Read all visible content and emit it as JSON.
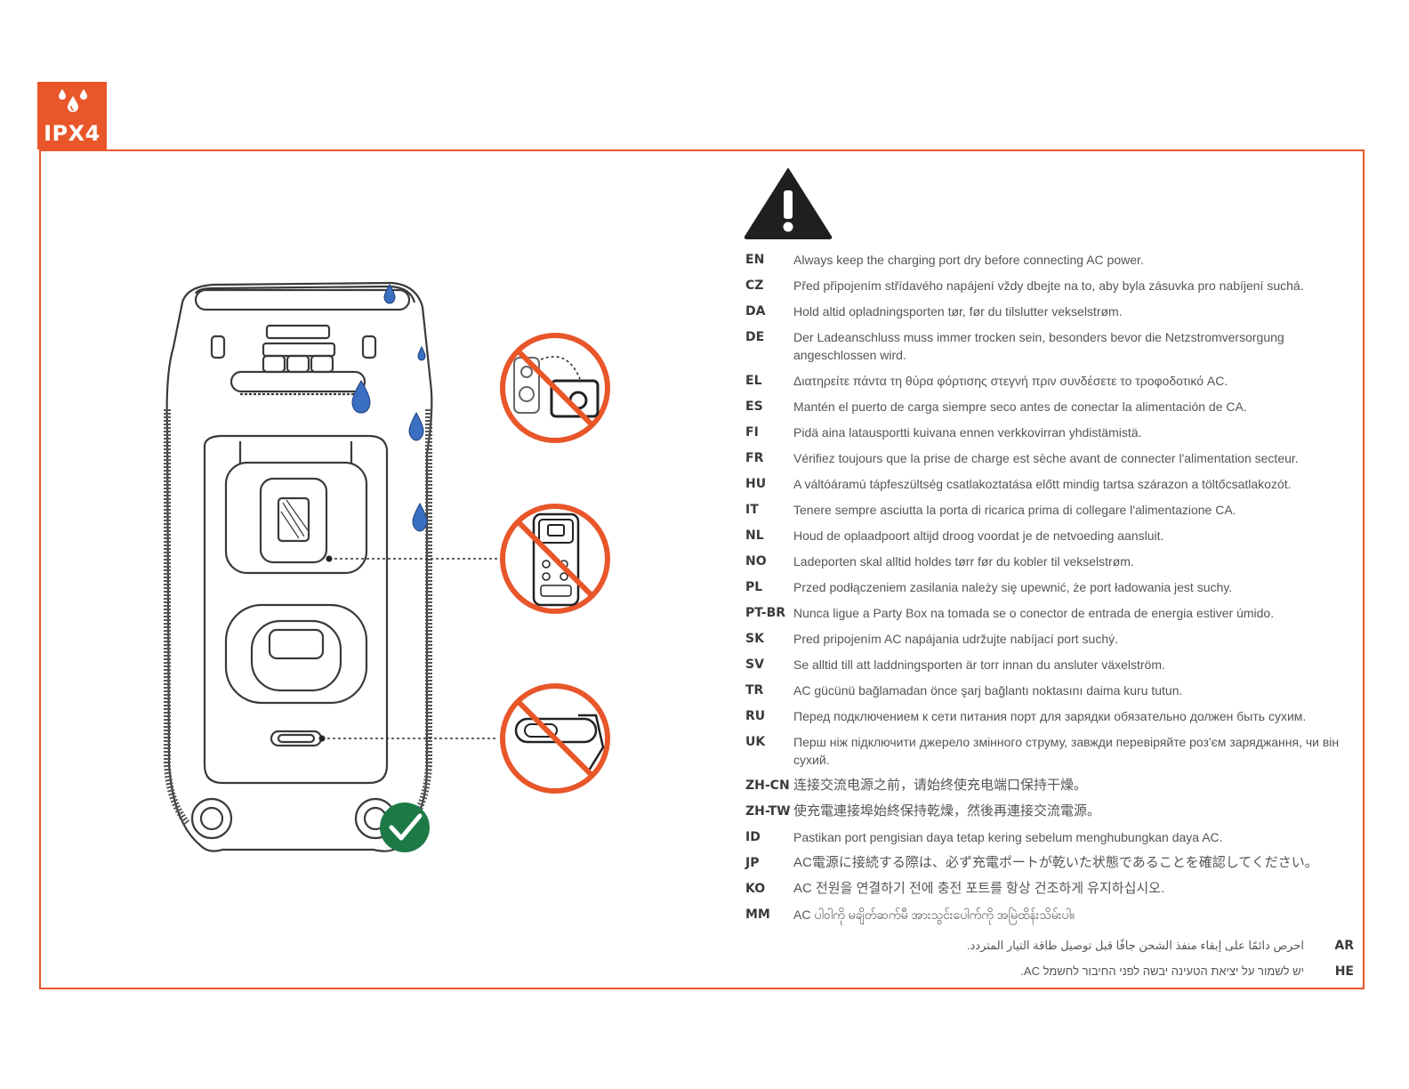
{
  "badge": {
    "label": "IPX4",
    "icon": "water-drops-icon"
  },
  "warning": {
    "icon": "warning-triangle-icon"
  },
  "colors": {
    "accent": "#e8562a",
    "drop": "#3a6fc2",
    "check": "#1d7a47",
    "line": "#3a3a3a"
  },
  "illustration": {
    "device": "party-speaker",
    "prohibited_icons": [
      "no-transport-while-wet-icon",
      "no-wet-port-icon",
      "no-wet-plug-icon"
    ],
    "check_icon": "check-circle-icon"
  },
  "languages": [
    {
      "code": "EN",
      "text": "Always keep the charging port dry before connecting AC power."
    },
    {
      "code": "CZ",
      "text": "Před připojením střídavého napájení vždy dbejte na to, aby byla zásuvka pro nabíjení suchá."
    },
    {
      "code": "DA",
      "text": "Hold altid opladningsporten tør, før du tilslutter vekselstrøm."
    },
    {
      "code": "DE",
      "text": "Der Ladeanschluss muss immer trocken sein, besonders bevor die Netzstromversorgung angeschlossen wird."
    },
    {
      "code": "EL",
      "text": "Διατηρείτε πάντα τη θύρα φόρτισης στεγνή πριν συνδέσετε το τροφοδοτικό AC."
    },
    {
      "code": "ES",
      "text": "Mantén el puerto de carga siempre seco antes de conectar la alimentación de CA."
    },
    {
      "code": "FI",
      "text": "Pidä aina latausportti kuivana ennen verkkovirran yhdistämistä."
    },
    {
      "code": "FR",
      "text": "Vérifiez toujours que la prise de charge est sèche avant de connecter l'alimentation secteur."
    },
    {
      "code": "HU",
      "text": "A váltóáramú tápfeszültség csatlakoztatása előtt mindig tartsa szárazon a töltőcsatlakozót."
    },
    {
      "code": "IT",
      "text": "Tenere sempre asciutta la porta di ricarica prima di collegare l'alimentazione CA."
    },
    {
      "code": "NL",
      "text": "Houd de oplaadpoort altijd droog voordat je de netvoeding aansluit."
    },
    {
      "code": "NO",
      "text": "Ladeporten skal alltid holdes tørr før du kobler til vekselstrøm."
    },
    {
      "code": "PL",
      "text": "Przed podłączeniem zasilania należy się upewnić, że port ładowania jest suchy."
    },
    {
      "code": "PT-BR",
      "text": "Nunca ligue a Party Box na tomada se o conector de entrada de energia estiver úmido."
    },
    {
      "code": "SK",
      "text": "Pred pripojením AC napájania udržujte nabíjací port suchý."
    },
    {
      "code": "SV",
      "text": "Se alltid till att laddningsporten är torr innan du ansluter växelström."
    },
    {
      "code": "TR",
      "text": "AC gücünü bağlamadan önce şarj bağlantı noktasını daima kuru tutun."
    },
    {
      "code": "RU",
      "text": "Перед подключением к сети питания порт для зарядки обязательно должен быть сухим."
    },
    {
      "code": "UK",
      "text": "Перш ніж підключити джерело змінного струму, завжди перевіряйте роз'єм заряджання, чи він сухий."
    },
    {
      "code": "ZH-CN",
      "text": "连接交流电源之前，请始终使充电端口保持干燥。"
    },
    {
      "code": "ZH-TW",
      "text": "使充電連接埠始終保持乾燥，然後再連接交流電源。"
    },
    {
      "code": "ID",
      "text": "Pastikan port pengisian daya tetap kering sebelum menghubungkan daya AC."
    },
    {
      "code": "JP",
      "text": "AC電源に接続する際は、必ず充電ポートが乾いた状態であることを確認してください。"
    },
    {
      "code": "KO",
      "text": "AC 전원을 연결하기 전에 충전 포트를 항상 건조하게 유지하십시오."
    },
    {
      "code": "MM",
      "text": "AC ပါဝါကို မချိတ်ဆက်မီ အားသွင်းပေါက်ကို အမြဲထိန်းသိမ်းပါ။"
    }
  ],
  "rtl_languages": [
    {
      "code": "AR",
      "text": "احرص دائمًا على إبقاء منفذ الشحن جافًا قبل توصيل طاقة التيار المتردد."
    },
    {
      "code": "HE",
      "text": "יש לשמור על יציאת הטעינה יבשה לפני החיבור לחשמל AC."
    }
  ]
}
